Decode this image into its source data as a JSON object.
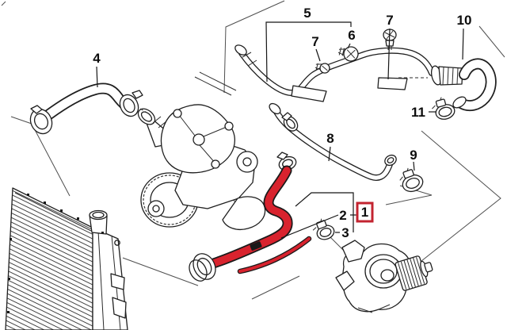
{
  "colors": {
    "background": "#ffffff",
    "line": "#1f1f1f",
    "highlight": "#d8232e",
    "highlight_box": "#c32430"
  },
  "callouts": {
    "k1": "1",
    "k2": "2",
    "k3": "3",
    "k4": "4",
    "k5": "5",
    "k6": "6",
    "k7a": "7",
    "k7b": "7",
    "k8": "8",
    "k9": "9",
    "k10": "10",
    "k11": "11"
  }
}
